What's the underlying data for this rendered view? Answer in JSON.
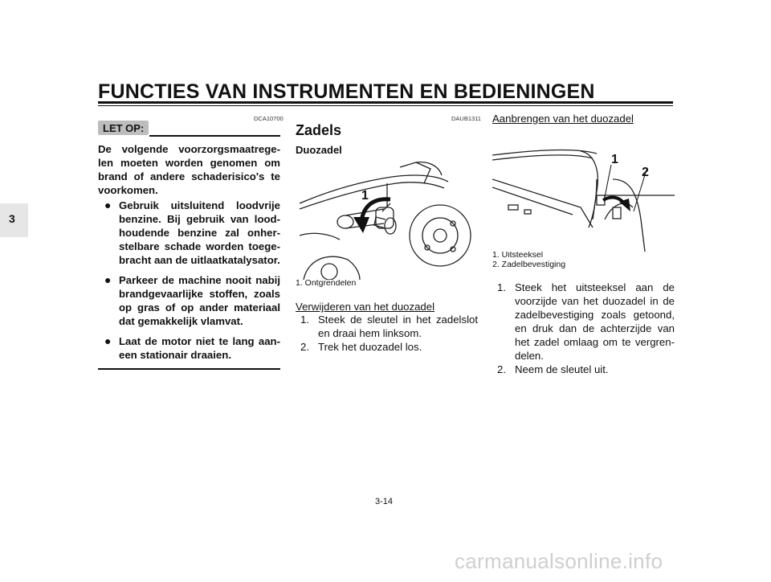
{
  "header": {
    "title": "FUNCTIES VAN INSTRUMENTEN EN BEDIENINGEN"
  },
  "tab": {
    "chapter": "3"
  },
  "col1": {
    "code": "DCA10700",
    "notice_label": "LET OP:",
    "intro": "De volgende voorzorgsmaatrege-len moeten worden genomen om brand of andere schaderisico's te voorkomen.",
    "bullets": [
      "Gebruik uitsluitend loodvrije benzine. Bij gebruik van lood-houdende benzine zal onher-stelbare schade worden toege-bracht aan de uitlaatkatalysator.",
      "Parkeer de machine nooit nabij brandgevaarlijke stoffen, zoals op gras of op ander materiaal dat gemakkelijk vlamvat.",
      "Laat de motor niet te lang aan-een stationair draaien."
    ]
  },
  "col2": {
    "code": "DAUB1311",
    "section_title": "Zadels",
    "subsection_title": "Duozadel",
    "figure_label_1": "1",
    "caption": "1. Ontgrendelen",
    "subheading": "Verwijderen van het duozadel",
    "steps": [
      {
        "num": "1.",
        "text": "Steek de sleutel in het zadelslot en draai hem linksom."
      },
      {
        "num": "2.",
        "text": "Trek het duozadel los."
      }
    ]
  },
  "col3": {
    "subheading": "Aanbrengen van het duozadel",
    "figure_label_1": "1",
    "figure_label_2": "2",
    "captions": [
      "1. Uitsteeksel",
      "2. Zadelbevestiging"
    ],
    "steps": [
      {
        "num": "1.",
        "text": "Steek het uitsteeksel aan de voorzijde van het duozadel in de zadelbevestiging zoals getoond, en druk dan de achterzijde van het zadel omlaag om te vergren-delen."
      },
      {
        "num": "2.",
        "text": "Neem de sleutel uit."
      }
    ]
  },
  "footer": {
    "page_number": "3-14"
  },
  "watermark": {
    "text": "carmanualsonline.info"
  }
}
